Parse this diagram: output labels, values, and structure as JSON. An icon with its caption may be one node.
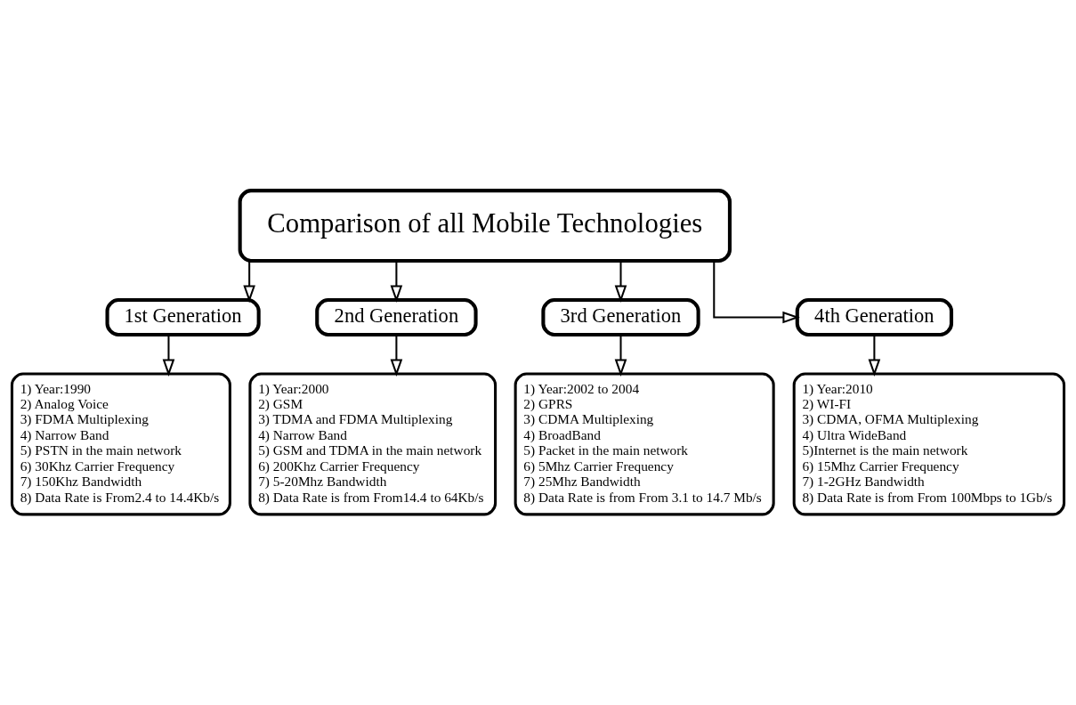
{
  "diagram": {
    "nodes": [
      {
        "text": [
          "Comparison of all Mobile Technologies"
        ]
      },
      {
        "text": [
          "1st Generation"
        ]
      },
      {
        "text": [
          "2nd Generation"
        ]
      },
      {
        "text": [
          "3rd Generation"
        ]
      },
      {
        "text": [
          "4th Generation"
        ]
      },
      {
        "text": [
          "1) Year:1990",
          "2) Analog Voice",
          "3) FDMA Multiplexing",
          "4) Narrow Band",
          "5) PSTN in the main network",
          "6) 30Khz Carrier Frequency",
          "7) 150Khz Bandwidth",
          "8) Data Rate is From2.4 to 14.4Kb/s"
        ]
      },
      {
        "text": [
          "1) Year:2000",
          "2) GSM",
          "3) TDMA and FDMA Multiplexing",
          "4) Narrow Band",
          "5) GSM and TDMA in the main network",
          "6) 200Khz Carrier Frequency",
          "7) 5-20Mhz Bandwidth",
          "8) Data Rate is from From14.4 to 64Kb/s"
        ]
      },
      {
        "text": [
          "1) Year:2002 to 2004",
          "2) GPRS",
          "3) CDMA Multiplexing",
          "4) BroadBand",
          "5) Packet in the main network",
          "6) 5Mhz Carrier Frequency",
          "7) 25Mhz Bandwidth",
          "8) Data Rate is from From 3.1 to 14.7 Mb/s"
        ]
      },
      {
        "text": [
          "1) Year:2010",
          "2) WI-FI",
          "3) CDMA, OFMA Multiplexing",
          "4) Ultra WideBand",
          "5)Internet is the main network",
          "6) 15Mhz Carrier Frequency",
          "7) 1-2GHz Bandwidth",
          "8) Data Rate is from From 100Mbps to 1Gb/s"
        ]
      }
    ],
    "edges": [
      {
        "from": 0,
        "to": 1,
        "arrow": "to"
      },
      {
        "from": 0,
        "to": 2,
        "arrow": "to"
      },
      {
        "from": 0,
        "to": 3,
        "arrow": "to"
      },
      {
        "from": 0,
        "to": 4,
        "arrow": "to"
      },
      {
        "from": 1,
        "to": 5,
        "arrow": "to"
      },
      {
        "from": 2,
        "to": 6,
        "arrow": "to"
      },
      {
        "from": 3,
        "to": 7,
        "arrow": "to"
      },
      {
        "from": 4,
        "to": 8,
        "arrow": "to"
      }
    ]
  }
}
